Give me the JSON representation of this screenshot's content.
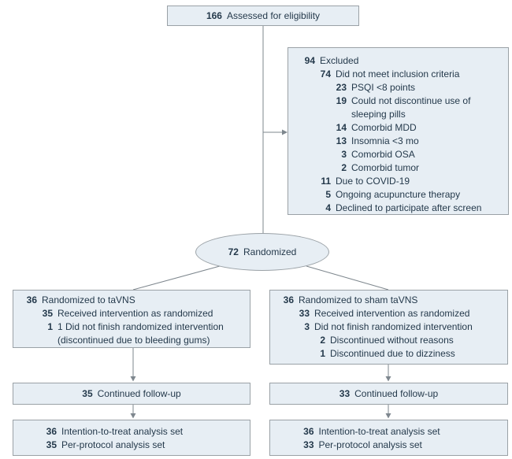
{
  "colors": {
    "box_fill": "#e7eef4",
    "box_border": "#9aa1a6",
    "text": "#24394b",
    "line": "#7e878e"
  },
  "assessed": {
    "num": "166",
    "label": "Assessed for eligibility"
  },
  "excluded": {
    "rows": [
      {
        "num": "94",
        "label": "Excluded"
      },
      {
        "num": "74",
        "label": "Did not meet inclusion criteria"
      },
      {
        "num": "23",
        "label": "PSQI <8 points"
      },
      {
        "num": "19",
        "label": "Could not discontinue use of sleeping pills"
      },
      {
        "num": "14",
        "label": "Comorbid MDD"
      },
      {
        "num": "13",
        "label": "Insomnia <3 mo"
      },
      {
        "num": "3",
        "label": "Comorbid OSA"
      },
      {
        "num": "2",
        "label": "Comorbid tumor"
      },
      {
        "num": "11",
        "label": "Due to COVID-19"
      },
      {
        "num": "5",
        "label": "Ongoing acupuncture therapy"
      },
      {
        "num": "4",
        "label": "Declined to participate after screen"
      }
    ]
  },
  "randomized": {
    "num": "72",
    "label": "Randomized"
  },
  "tavns_group": {
    "rows": [
      {
        "num": "36",
        "label": "Randomized to taVNS"
      },
      {
        "num": "35",
        "label": "Received intervention as randomized"
      },
      {
        "num": "1",
        "label": "1 Did not finish randomized intervention (discontinued due to bleeding gums)"
      }
    ]
  },
  "sham_group": {
    "rows": [
      {
        "num": "36",
        "label": "Randomized to sham taVNS"
      },
      {
        "num": "33",
        "label": "Received intervention as randomized"
      },
      {
        "num": "3",
        "label": "Did not finish randomized intervention"
      },
      {
        "num": "2",
        "label": "Discontinued without reasons"
      },
      {
        "num": "1",
        "label": "Discontinued due to dizziness"
      }
    ]
  },
  "tavns_followup": {
    "num": "35",
    "label": "Continued follow-up"
  },
  "sham_followup": {
    "num": "33",
    "label": "Continued follow-up"
  },
  "tavns_analysis": {
    "rows": [
      {
        "num": "36",
        "label": "Intention-to-treat analysis set"
      },
      {
        "num": "35",
        "label": "Per-protocol analysis set"
      }
    ]
  },
  "sham_analysis": {
    "rows": [
      {
        "num": "36",
        "label": "Intention-to-treat analysis set"
      },
      {
        "num": "33",
        "label": "Per-protocol analysis set"
      }
    ]
  }
}
